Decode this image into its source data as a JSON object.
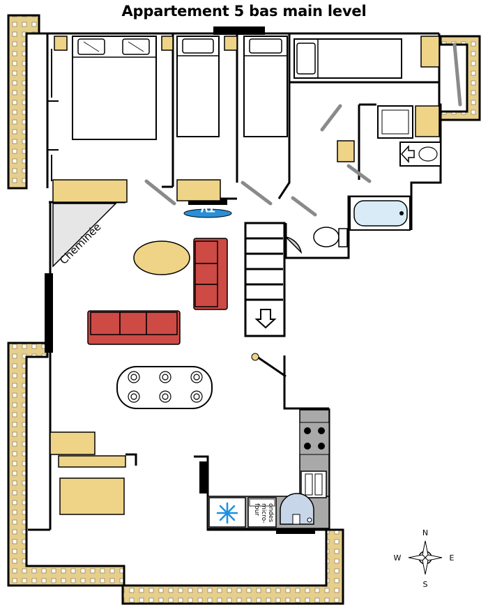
{
  "title": "Appartement 5 bas main level",
  "labels": {
    "fireplace": "Cheminée",
    "tv": "TV",
    "microwave_line1": "four",
    "microwave_line2": "micro-",
    "microwave_line3": "ondes"
  },
  "compass": {
    "north": "N",
    "south": "S",
    "east": "E",
    "west": "W"
  },
  "colors": {
    "balcony_wood": "#e6cf8c",
    "furniture_wood": "#efd487",
    "sofa": "#cd4a45",
    "bathtub_water": "#d9ebf6",
    "tv_screen": "#2a8fd6",
    "kitchen": "#a9a9a9",
    "fridge_icon": "#1c8fe0",
    "wall": "#000000",
    "door_swing": "#8a8a8a"
  }
}
